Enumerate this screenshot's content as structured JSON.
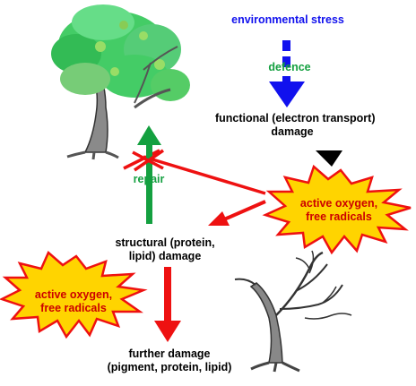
{
  "colors": {
    "stress_blue": "#1111ee",
    "repair_green": "#14a040",
    "damage_red": "#ee1111",
    "burst_fill": "#ffd400",
    "burst_outline": "#ee1111",
    "radical_text": "#cc0000",
    "tree_foliage": "#44cc66",
    "tree_trunk": "#888888"
  },
  "icons": [
    "healthy-tree-icon",
    "dead-tree-icon",
    "x-cross-icon"
  ],
  "labels": {
    "environmental_stress": "environmental stress",
    "defence": "defence",
    "functional_damage_line1": "functional (electron transport)",
    "functional_damage_line2": "damage",
    "repair": "repair",
    "structural_damage_line1": "structural (protein,",
    "structural_damage_line2": "lipid) damage",
    "further_damage_line1": "further damage",
    "further_damage_line2": "(pigment, protein, lipid)"
  },
  "bursts": [
    {
      "line1": "active oxygen,",
      "line2": "free radicals"
    },
    {
      "line1": "active oxygen,",
      "line2": "free radicals"
    }
  ]
}
